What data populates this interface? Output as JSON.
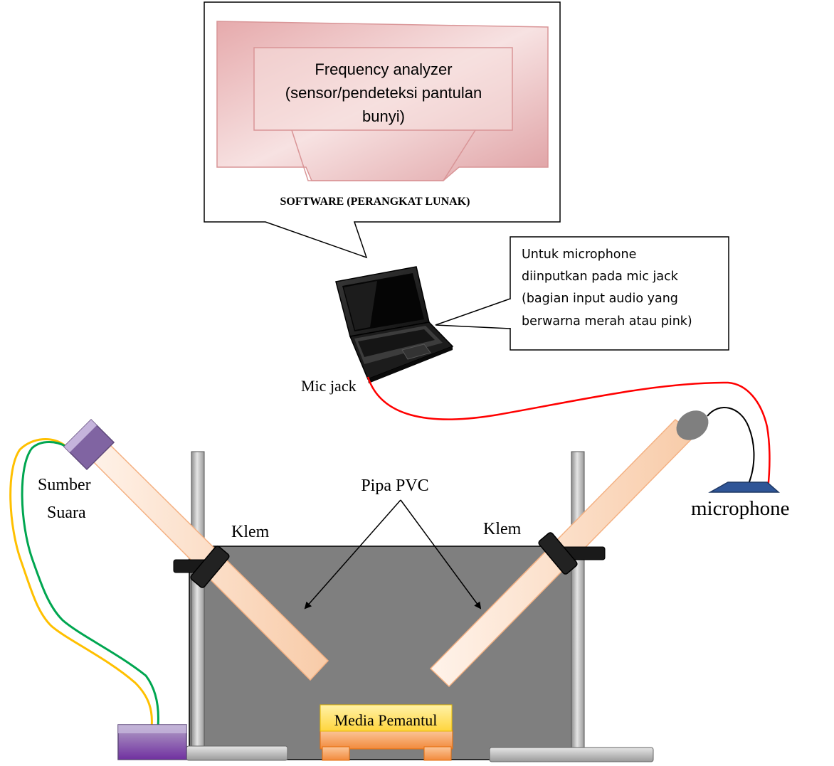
{
  "software_panel": {
    "analyzer_lines": [
      "Frequency analyzer",
      "(sensor/pendeteksi pantulan",
      "bunyi)"
    ],
    "caption": "SOFTWARE (PERANGKAT LUNAK)"
  },
  "mic_note": {
    "lines": [
      "Untuk microphone",
      "diinputkan pada mic jack",
      "(bagian input audio yang",
      "berwarna merah atau pink)"
    ]
  },
  "labels": {
    "mic_jack": "Mic jack",
    "microphone": "microphone",
    "sound_source_line1": "Sumber",
    "sound_source_line2": "Suara",
    "pvc_pipe": "Pipa PVC",
    "clamp_left": "Klem",
    "clamp_right": "Klem",
    "reflector": "Media Pemantul"
  },
  "colors": {
    "panel_fill": "#eab5b7",
    "table_gray": "#7f7f7f",
    "pipe_fill": "#fbd7bd",
    "cable_red": "#ff0000",
    "cable_green": "#00a650",
    "cable_yellow": "#ffc000",
    "speaker_purple": "#8064a2",
    "mic_blue": "#1f3864",
    "reflector_yellow": "#ffe066",
    "reflector_orange": "#f79646"
  }
}
